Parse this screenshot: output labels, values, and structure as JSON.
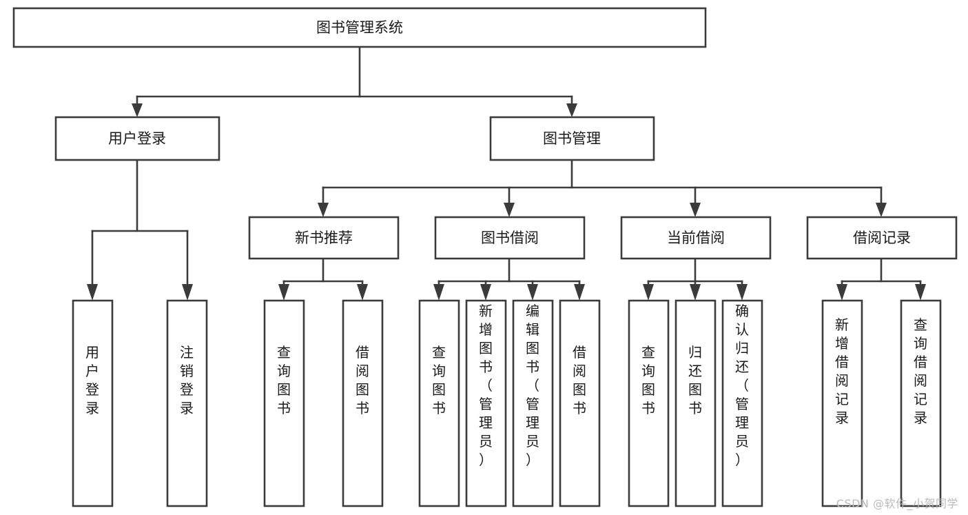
{
  "diagram": {
    "type": "tree-flowchart",
    "title": "图书管理系统",
    "orientation": "top-down",
    "watermark": "CSDN @软件_小贺同学",
    "style": {
      "box_fill": "#ffffff",
      "box_stroke": "#3b3b3b",
      "text_color": "#1a1a1a",
      "watermark_color": "#b9b9b9",
      "background": "#ffffff"
    },
    "levels": {
      "root": "图书管理系统",
      "level2": [
        "用户登录",
        "图书管理"
      ],
      "level3": [
        "新书推荐",
        "图书借阅",
        "当前借阅",
        "借阅记录"
      ]
    },
    "nodes": {
      "root": {
        "label": "图书管理系统",
        "orientation": "horizontal"
      },
      "user_login": {
        "label": "用户登录",
        "orientation": "horizontal"
      },
      "book_manage": {
        "label": "图书管理",
        "orientation": "horizontal"
      },
      "new_book_rec": {
        "label": "新书推荐",
        "orientation": "horizontal"
      },
      "book_borrow": {
        "label": "图书借阅",
        "orientation": "horizontal"
      },
      "current_borrow": {
        "label": "当前借阅",
        "orientation": "horizontal"
      },
      "borrow_record": {
        "label": "借阅记录",
        "orientation": "horizontal"
      },
      "leaf_1": {
        "label": "用户登录",
        "orientation": "vertical"
      },
      "leaf_2": {
        "label": "注销登录",
        "orientation": "vertical"
      },
      "leaf_3": {
        "label": "查询图书",
        "orientation": "vertical"
      },
      "leaf_4": {
        "label": "借阅图书",
        "orientation": "vertical"
      },
      "leaf_5": {
        "label": "查询图书",
        "orientation": "vertical"
      },
      "leaf_6": {
        "label": "新增图书（管理员）",
        "orientation": "vertical"
      },
      "leaf_7": {
        "label": "编辑图书（管理员）",
        "orientation": "vertical"
      },
      "leaf_8": {
        "label": "借阅图书",
        "orientation": "vertical"
      },
      "leaf_9": {
        "label": "查询图书",
        "orientation": "vertical"
      },
      "leaf_10": {
        "label": "归还图书",
        "orientation": "vertical"
      },
      "leaf_11": {
        "label": "确认归还（管理员）",
        "orientation": "vertical"
      },
      "leaf_12": {
        "label": "新增借阅记录",
        "orientation": "vertical"
      },
      "leaf_13": {
        "label": "查询借阅记录",
        "orientation": "vertical"
      }
    },
    "edges": [
      {
        "from": "root",
        "to": "user_login"
      },
      {
        "from": "root",
        "to": "book_manage"
      },
      {
        "from": "user_login",
        "to": "leaf_1"
      },
      {
        "from": "user_login",
        "to": "leaf_2"
      },
      {
        "from": "book_manage",
        "to": "new_book_rec"
      },
      {
        "from": "book_manage",
        "to": "book_borrow"
      },
      {
        "from": "book_manage",
        "to": "current_borrow"
      },
      {
        "from": "book_manage",
        "to": "borrow_record"
      },
      {
        "from": "new_book_rec",
        "to": "leaf_3"
      },
      {
        "from": "new_book_rec",
        "to": "leaf_4"
      },
      {
        "from": "book_borrow",
        "to": "leaf_5"
      },
      {
        "from": "book_borrow",
        "to": "leaf_6"
      },
      {
        "from": "book_borrow",
        "to": "leaf_7"
      },
      {
        "from": "book_borrow",
        "to": "leaf_8"
      },
      {
        "from": "current_borrow",
        "to": "leaf_9"
      },
      {
        "from": "current_borrow",
        "to": "leaf_10"
      },
      {
        "from": "current_borrow",
        "to": "leaf_11"
      },
      {
        "from": "borrow_record",
        "to": "leaf_12"
      },
      {
        "from": "borrow_record",
        "to": "leaf_13"
      }
    ]
  }
}
